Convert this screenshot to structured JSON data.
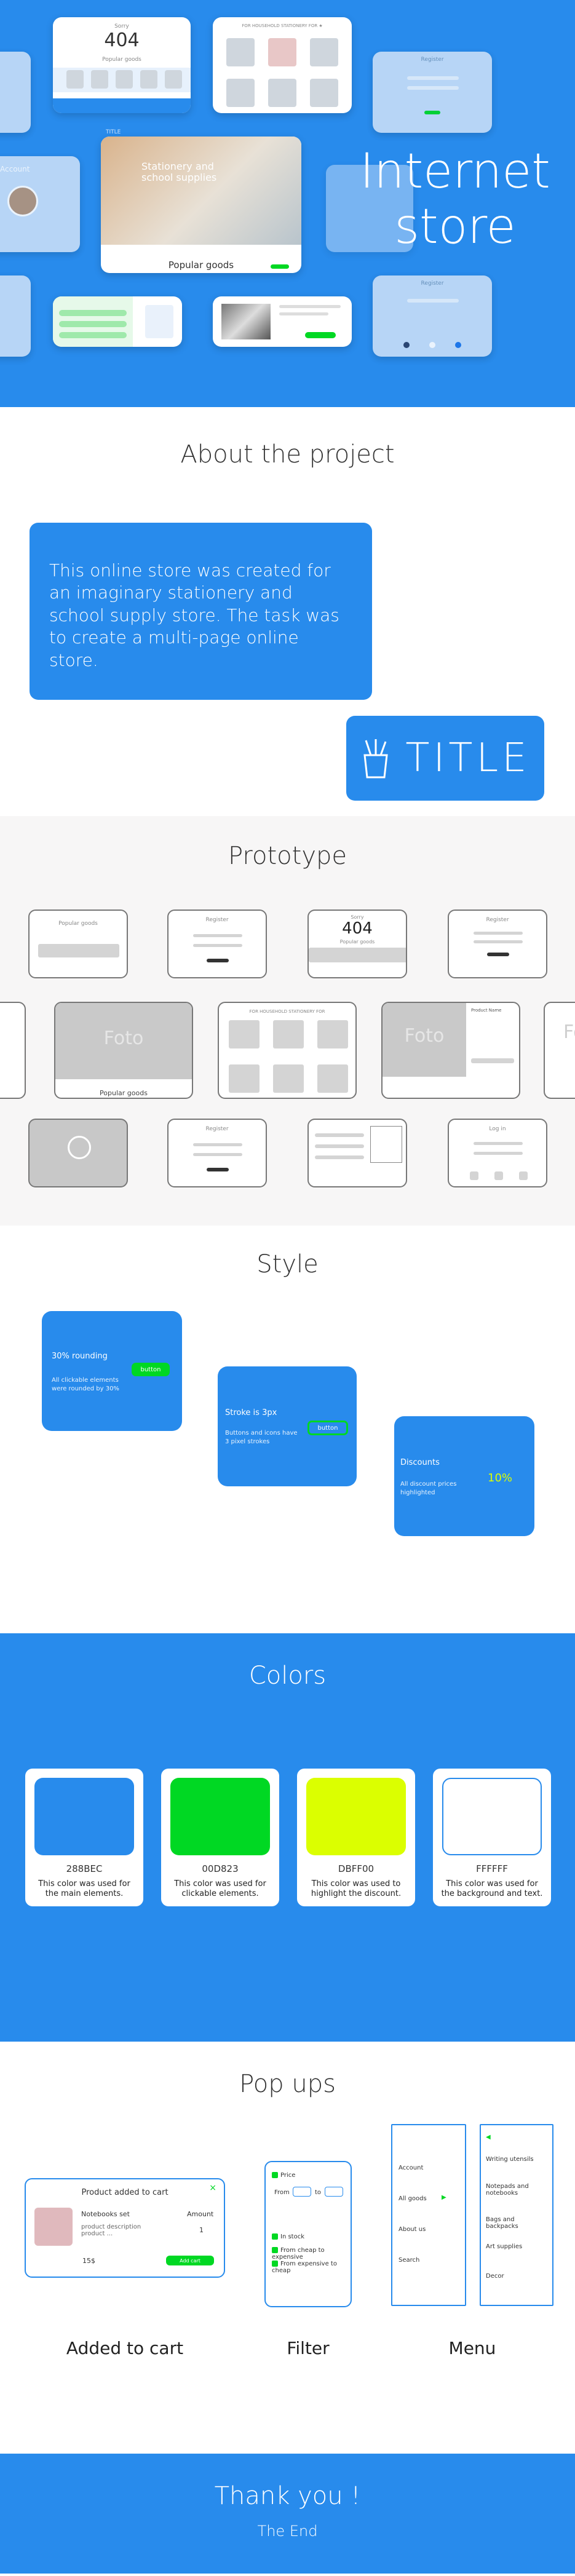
{
  "hero": {
    "title_line1": "Internet",
    "title_line2": "store",
    "mock_404_title": "Sorry",
    "mock_404_code": "404",
    "mock_404_sub": "Popular goods",
    "mock_category_title": "FOR HOUSEHOLD STATIONERY FOR ★",
    "mock_register_title": "Register",
    "mock_hero_caption": "Stationery and school supplies",
    "mock_hero_popular": "Popular goods",
    "mock_account": "Account",
    "mock_title_label": "TITLE"
  },
  "about": {
    "heading": "About the project",
    "text": "This online store was created for an imaginary stationery and school supply store. The task was to create a multi-page online store.",
    "logo_text": "TITLE"
  },
  "prototype": {
    "heading": "Prototype",
    "wf_popular": "Popular goods",
    "wf_register": "Register",
    "wf_sorry": "Sorry",
    "wf_404": "404",
    "wf_popular_small": "Popular goods",
    "wf_foto": "Foto",
    "wf_popular_goods": "Popular goods",
    "wf_login": "Log in",
    "wf_category": "FOR HOUSEHOLD STATIONERY FOR",
    "wf_product": "Product Name"
  },
  "style": {
    "heading": "Style",
    "card1_title": "30% rounding",
    "card1_btn": "button",
    "card1_text": "All clickable elements were rounded by 30%",
    "card2_title": "Stroke is 3px",
    "card2_btn": "button",
    "card2_text": "Buttons and icons have 3 pixel strokes",
    "card3_title": "Discounts",
    "card3_value": "10%",
    "card3_text": "All discount prices highlighted"
  },
  "colors": {
    "heading": "Colors",
    "items": [
      {
        "hex": "288BEC",
        "desc": "This color was used for the main elements.",
        "color": "#288BEC"
      },
      {
        "hex": "00D823",
        "desc": "This color was used for clickable elements.",
        "color": "#00D823"
      },
      {
        "hex": "DBFF00",
        "desc": "This color was used to highlight the discount.",
        "color": "#DBFF00"
      },
      {
        "hex": "FFFFFF",
        "desc": "This color was used for the background and text.",
        "color": "#FFFFFF"
      }
    ]
  },
  "popups": {
    "heading": "Pop ups",
    "cart_title": "Product added to cart",
    "cart_item": "Notebooks set",
    "cart_desc": "product description product ...",
    "cart_amount_label": "Amount",
    "cart_amount": "1",
    "cart_price": "15$",
    "cart_button": "Add cart",
    "filter_price": "Price",
    "filter_from": "From",
    "filter_to": "to",
    "filter_in_stock": "In stock",
    "filter_cheap": "From cheap to expensive",
    "filter_expensive": "From expensive to cheap",
    "menu1_items": [
      "Account",
      "All goods",
      "About us",
      "Search"
    ],
    "menu2_items": [
      "Writing utensils",
      "Notepads and notebooks",
      "Bags and backpacks",
      "Art supplies",
      "Decor"
    ],
    "caption_cart": "Added to cart",
    "caption_filter": "Filter",
    "caption_menu": "Menu"
  },
  "end": {
    "title": "Thank you !",
    "subtitle": "The End"
  }
}
